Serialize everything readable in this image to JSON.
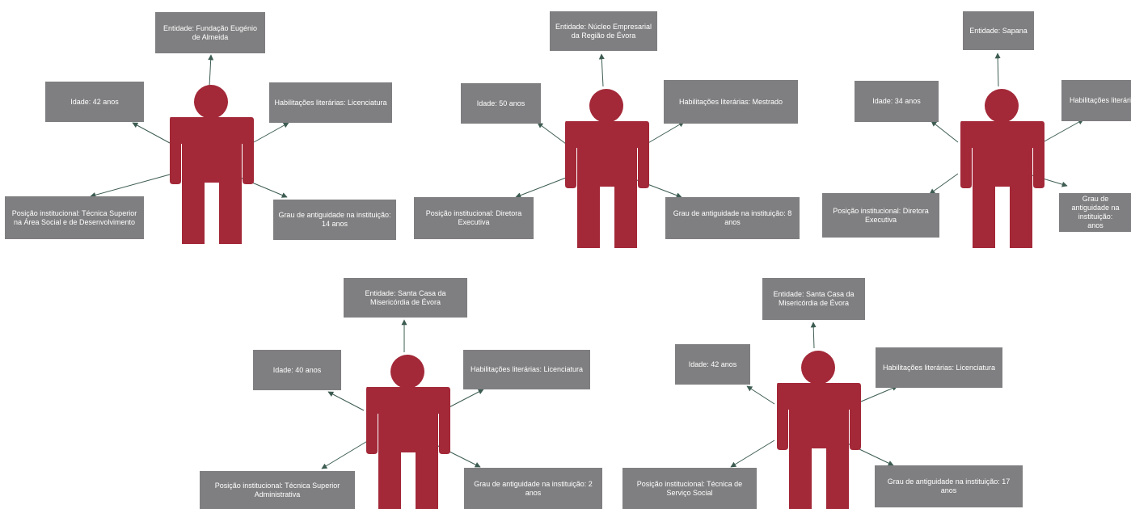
{
  "colors": {
    "figure": "#a32838",
    "box": "#7f7e80",
    "text": "#ffffff",
    "arrow": "#3d5c52"
  },
  "profiles": [
    {
      "entidade": "Entidade: Fundação Eugénio\nde Almeida",
      "idade": "Idade: 42 anos",
      "habilitacoes": "Habilitações literárias: Licenciatura",
      "posicao": "Posição institucional: Técnica Superior\nna Área Social e de Desenvolvimento",
      "antiguidade": "Grau de antiguidade na instituição:\n14 anos"
    },
    {
      "entidade": "Entidade: Núcleo Empresarial\nda Região de Évora",
      "idade": "Idade: 50 anos",
      "habilitacoes": "Habilitações literárias: Mestrado",
      "posicao": "Posição institucional: Diretora\nExecutiva",
      "antiguidade": "Grau de antiguidade na instituição: 8\nanos"
    },
    {
      "entidade": "Entidade: Sapana",
      "idade": "Idade: 34 anos",
      "habilitacoes": "Habilitações literárias: Licenciatura",
      "posicao": "Posição institucional: Diretora\nExecutiva",
      "antiguidade": "Grau de antiguidade na instituição:\nanos"
    },
    {
      "entidade": "Entidade: Santa Casa da\nMisericórdia de Évora",
      "idade": "Idade: 40 anos",
      "habilitacoes": "Habilitações literárias: Licenciatura",
      "posicao": "Posição institucional: Técnica Superior\nAdministrativa",
      "antiguidade": "Grau de antiguidade na instituição: 2\nanos"
    },
    {
      "entidade": "Entidade: Santa Casa da\nMisericórdia de Évora",
      "idade": "Idade: 42 anos",
      "habilitacoes": "Habilitações literárias: Licenciatura",
      "posicao": "Posição institucional: Técnica de\nServiço Social",
      "antiguidade": "Grau de antiguidade na instituição: 17\nanos"
    }
  ]
}
